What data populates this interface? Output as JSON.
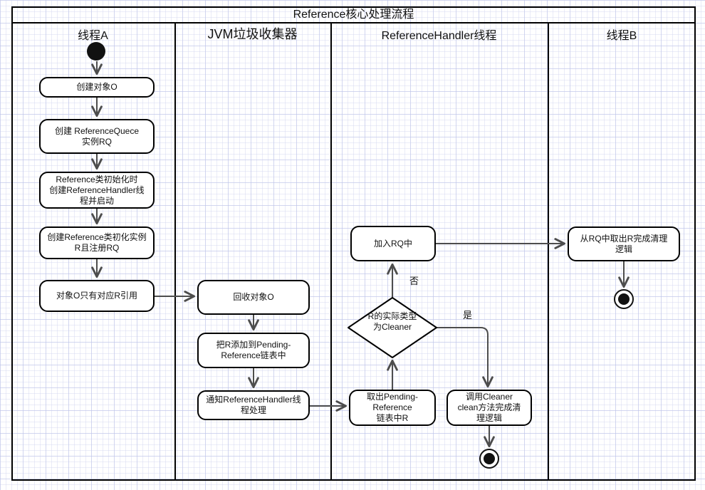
{
  "title": "Reference核心处理流程",
  "lanes": [
    {
      "label": "线程A"
    },
    {
      "label": "JVM垃圾收集器"
    },
    {
      "label": "ReferenceHandler线程"
    },
    {
      "label": "线程B"
    }
  ],
  "nodes": {
    "create_object": {
      "lines": [
        "创建对象O"
      ]
    },
    "create_rq": {
      "lines": [
        "创建 ReferenceQuece",
        "实例RQ"
      ]
    },
    "init_handler": {
      "lines": [
        "Reference类初始化时",
        "创建ReferenceHandler线",
        "程并启动"
      ]
    },
    "create_reference": {
      "lines": [
        "创建Reference类初化实例",
        "R且注册RQ"
      ]
    },
    "only_r_ref": {
      "lines": [
        "对象O只有对应R引用"
      ]
    },
    "collect_object": {
      "lines": [
        "回收对象O"
      ]
    },
    "add_pending": {
      "lines": [
        "把R添加到Pending-",
        "Reference链表中"
      ]
    },
    "notify_handler": {
      "lines": [
        "通知ReferenceHandler线",
        "程处理"
      ]
    },
    "add_to_rq": {
      "lines": [
        "加入RQ中"
      ]
    },
    "cleaner_decision": {
      "lines": [
        "R的实际类型",
        "为Cleaner"
      ]
    },
    "take_pending": {
      "lines": [
        "取出Pending-",
        "Reference",
        "链表中R"
      ]
    },
    "call_cleaner": {
      "lines": [
        "调用Cleaner",
        "clean方法完成清",
        "理逻辑"
      ]
    },
    "thread_b_cleanup": {
      "lines": [
        "从RQ中取出R完成清理",
        "逻辑"
      ]
    }
  },
  "edge_labels": {
    "no": "否",
    "yes": "是"
  },
  "colors": {
    "box_stroke": "#000000",
    "connector": "#4d4d4d",
    "grid": "#dde1f2",
    "background": "#ffffff"
  }
}
